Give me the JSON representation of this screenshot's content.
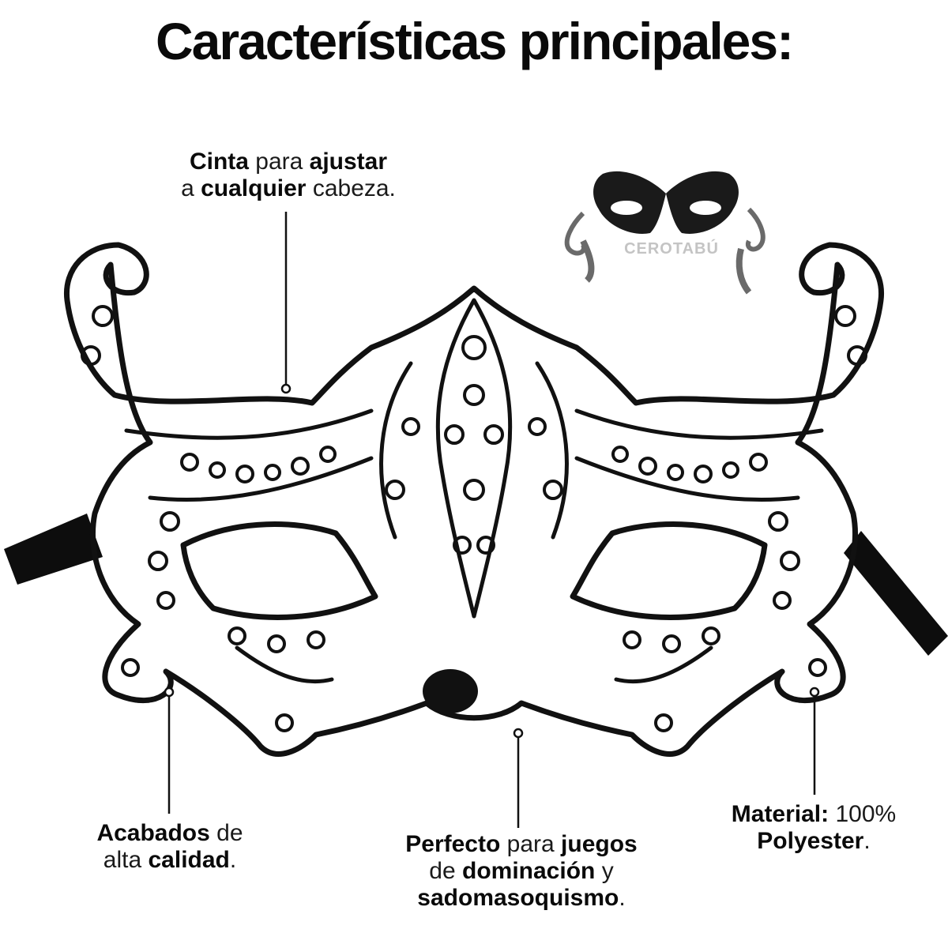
{
  "title": "Características principales:",
  "brand": "CEROTABÚ",
  "callouts": {
    "cinta": {
      "l1_b1": "Cinta",
      "l1_t1": " para ",
      "l1_b2": "ajustar",
      "l2_t1": "a ",
      "l2_b1": "cualquier",
      "l2_t2": " cabeza."
    },
    "acabados": {
      "l1_b1": "Acabados",
      "l1_t1": " de",
      "l2_t1": "alta ",
      "l2_b1": "calidad",
      "l2_t2": "."
    },
    "perfecto": {
      "l1_b1": "Perfecto",
      "l1_t1": " para ",
      "l1_b2": "juegos",
      "l2_t1": "de ",
      "l2_b1": "dominación",
      "l2_t2": " y",
      "l3_b1": "sadomasoquismo",
      "l3_t1": "."
    },
    "material": {
      "l1_b1": "Material:",
      "l1_t1": " 100%",
      "l2_b1": "Polyester",
      "l2_t1": "."
    }
  },
  "colors": {
    "ink": "#111111",
    "ribbon": "#0d0d0d",
    "watermark": "#c4c4c4"
  },
  "icons": [
    "lace-mask-illustration",
    "mask-logo-icon"
  ]
}
